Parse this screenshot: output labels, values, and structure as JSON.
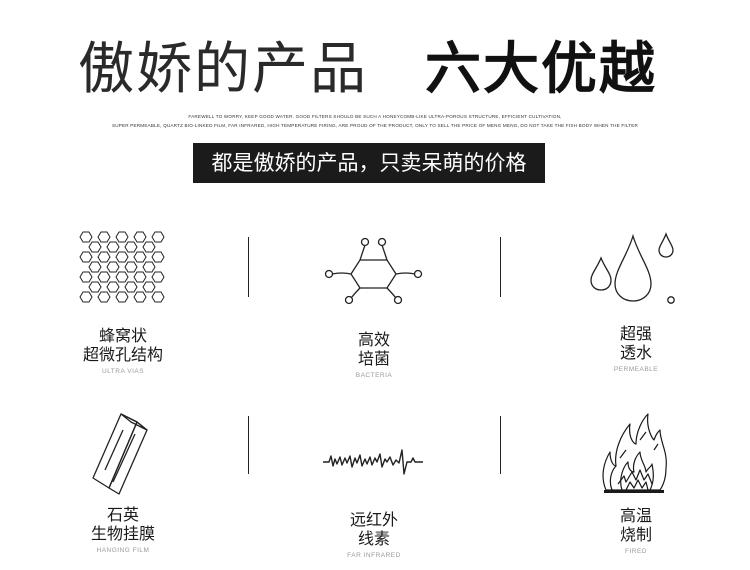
{
  "heading": {
    "title_light": "傲娇的产品",
    "title_bold": "六大优越",
    "fine_print_1": "FAREWELL TO WORRY, KEEP GOOD WATER. GOOD FILTERS SHOULD BE SUCH A HONEYCOMB-LIKE ULTRA-POROUS STRUCTURE, EFFICIENT CULTIVATION,",
    "fine_print_2": "SUPER PERMEABLE, QUARTZ BIO-LINKED FILM, FAR INFRARED, HIGH TEMPERATURE FIRING,  ARE PROUD OF THE PRODUCT, ONLY TO SELL THE PRICE OF MENG MENG, DO NOT TAKE THE FISH BODY WHEN THE FILTER"
  },
  "banner": {
    "text": "都是傲娇的产品，只卖呆萌的价格"
  },
  "features": [
    {
      "line1": "蜂窝状",
      "line2": "超微孔结构",
      "sub": "ULTRA VIAS",
      "icon": "honeycomb-icon"
    },
    {
      "line1": "高效",
      "line2": "培菌",
      "sub": "BACTERIA",
      "icon": "molecule-icon"
    },
    {
      "line1": "超强",
      "line2": "透水",
      "sub": "PERMEABLE",
      "icon": "water-drops-icon"
    },
    {
      "line1": "石英",
      "line2": "生物挂膜",
      "sub": "HANGING FILM",
      "icon": "quartz-block-icon"
    },
    {
      "line1": "远红外",
      "line2": "线素",
      "sub": "FAR INFRARED",
      "icon": "waveform-icon"
    },
    {
      "line1": "高温",
      "line2": "烧制",
      "sub": "FIRED",
      "icon": "flame-icon"
    }
  ]
}
